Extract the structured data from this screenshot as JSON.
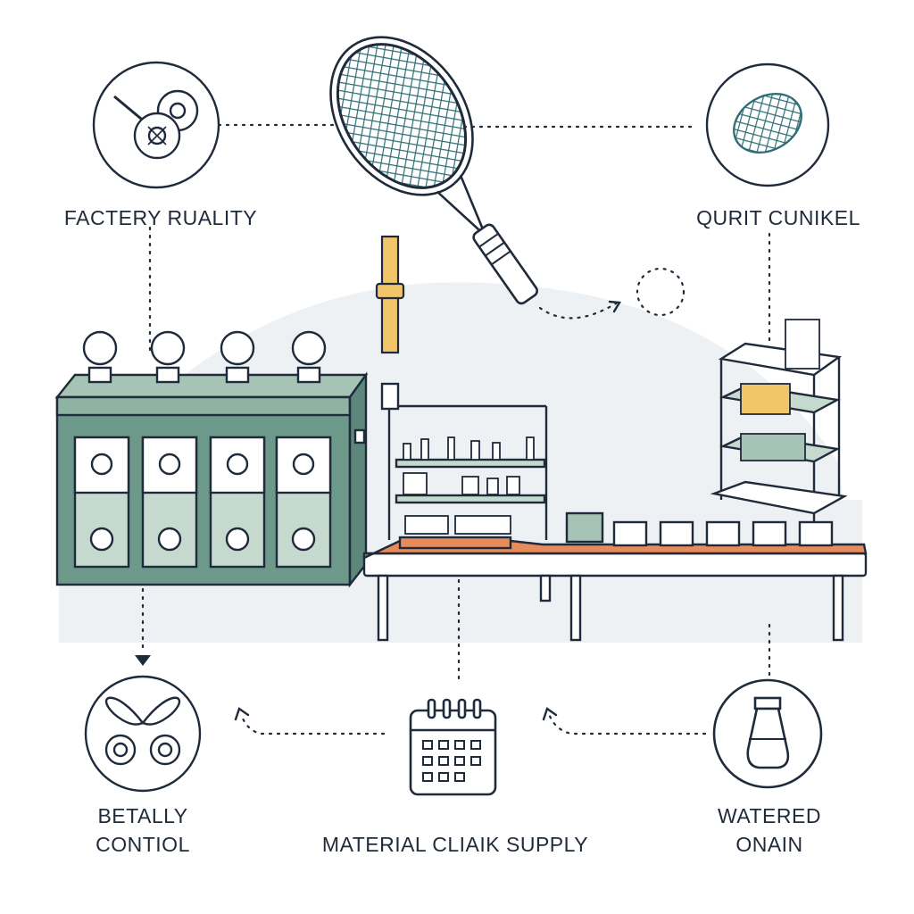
{
  "labels": {
    "factory_quality": "FACTERY RUALITY",
    "quality_control": "QURIT CUNIKEL",
    "betally_line1": "BETALLY",
    "betally_line2": "CONTIOL",
    "material_supply": "MATERIAL CLIAIK SUPPLY",
    "watered_line1": "WATERED",
    "watered_line2": "ONAIN"
  },
  "icons": [
    "magnifier-gear-icon",
    "tennis-racket-icon",
    "mesh-ball-icon",
    "shuttlecock-gears-icon",
    "calendar-icon",
    "jar-icon"
  ],
  "colors": {
    "ink": "#1f2a3a",
    "machine": "#6d998a",
    "machine_light": "#a6c4b6",
    "conveyor": "#e88b5a",
    "accent_yellow": "#f2c56b",
    "racket_mesh": "#2f6e76",
    "backdrop": "#eef1f4"
  }
}
